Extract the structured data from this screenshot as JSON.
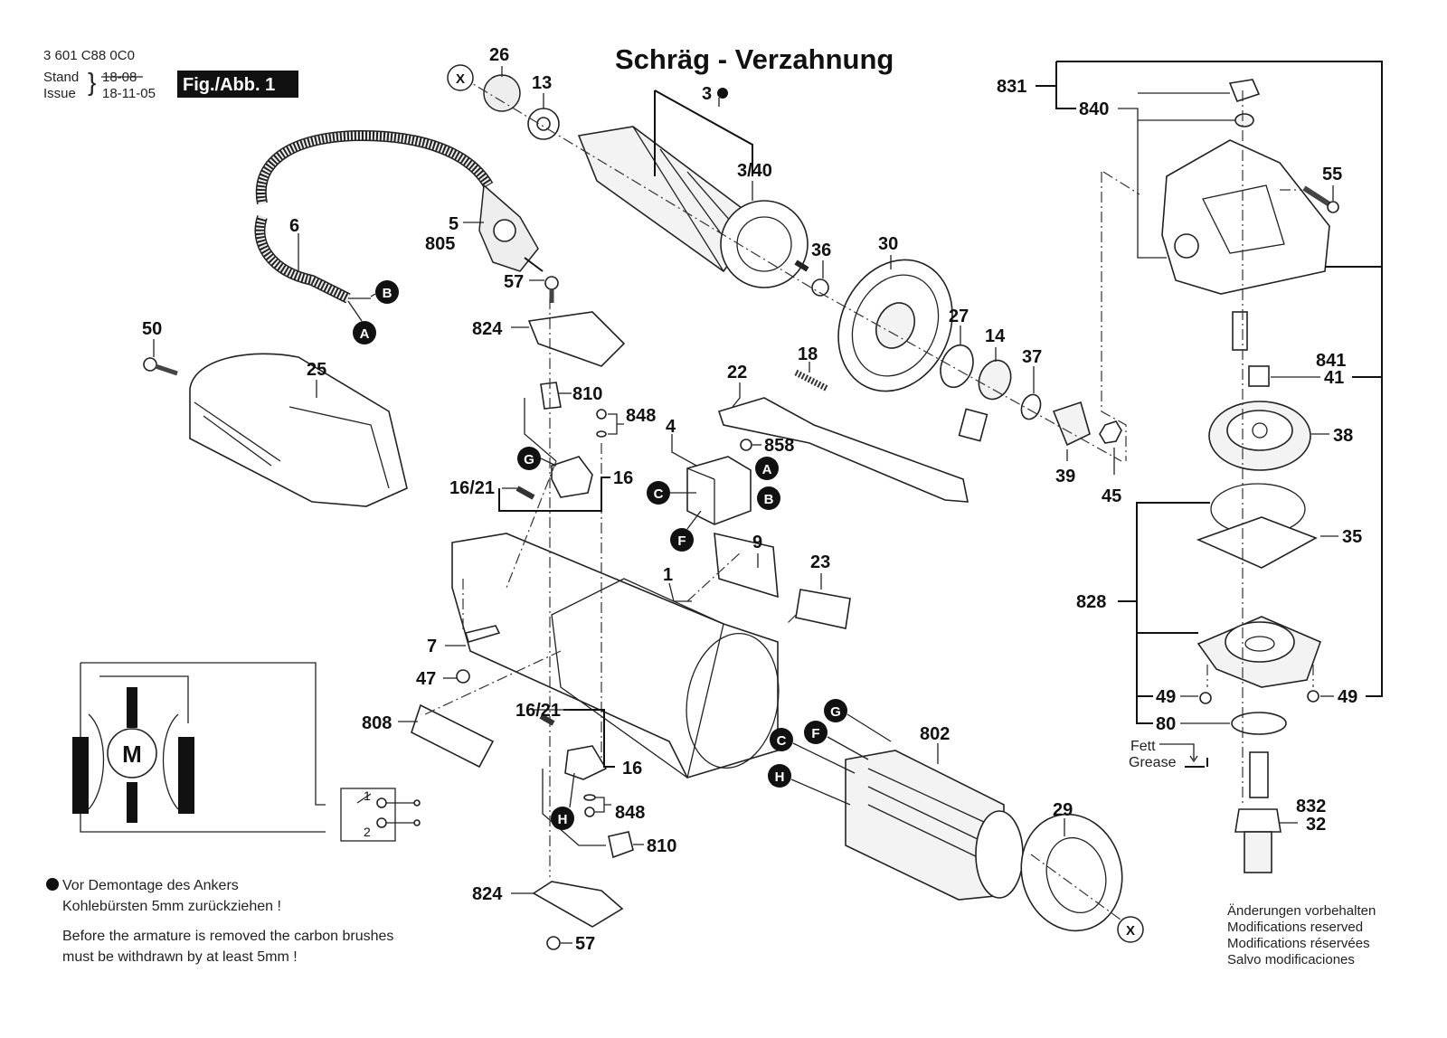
{
  "header": {
    "part_number": "3 601 C88 0C0",
    "stand_label": "Stand",
    "issue_label": "Issue",
    "stand_date_struck": "18-08",
    "issue_date": "18-11-05",
    "figure_label": "Fig./Abb. 1"
  },
  "title": "Schräg - Verzahnung",
  "connection_badges": [
    "A",
    "B",
    "C",
    "F",
    "G",
    "H"
  ],
  "reference_marker": "X",
  "part_labels": {
    "p26": "26",
    "p13": "13",
    "p3": "3",
    "p3_40": "3/40",
    "p6": "6",
    "p5": "5",
    "p805": "805",
    "p50": "50",
    "p25": "25",
    "p57_top": "57",
    "p824_top": "824",
    "p810_top": "810",
    "p848_top": "848",
    "p16_21_top": "16/21",
    "p16_top": "16",
    "p4": "4",
    "p858": "858",
    "p22": "22",
    "p18": "18",
    "p36": "36",
    "p30": "30",
    "p27": "27",
    "p14": "14",
    "p37": "37",
    "p39": "39",
    "p45": "45",
    "p9": "9",
    "p23": "23",
    "p1": "1",
    "p7": "7",
    "p47": "47",
    "p808": "808",
    "p16_21_bot": "16/21",
    "p16_bot": "16",
    "p848_bot": "848",
    "p810_bot": "810",
    "p824_bot": "824",
    "p57_bot": "57",
    "p802": "802",
    "p29": "29",
    "p831": "831",
    "p840": "840",
    "p55": "55",
    "p841": "841",
    "p41": "41",
    "p38": "38",
    "p35": "35",
    "p828": "828",
    "p49_left": "49",
    "p49_right": "49",
    "p80": "80",
    "p832": "832",
    "p32": "32"
  },
  "grease_note": {
    "de": "Fett",
    "en": "Grease"
  },
  "wiring_diagram": {
    "motor_label": "M",
    "switch_terminals": [
      "1",
      "2"
    ]
  },
  "armature_note": {
    "de_line1": "Vor Demontage des Ankers",
    "de_line2": "Kohlebürsten 5mm zurückziehen !",
    "en_line1": "Before the armature is removed the carbon brushes",
    "en_line2": "must be withdrawn by at least 5mm !"
  },
  "modifications_note": [
    "Änderungen vorbehalten",
    "Modifications reserved",
    "Modifications réservées",
    "Salvo modificaciones"
  ]
}
